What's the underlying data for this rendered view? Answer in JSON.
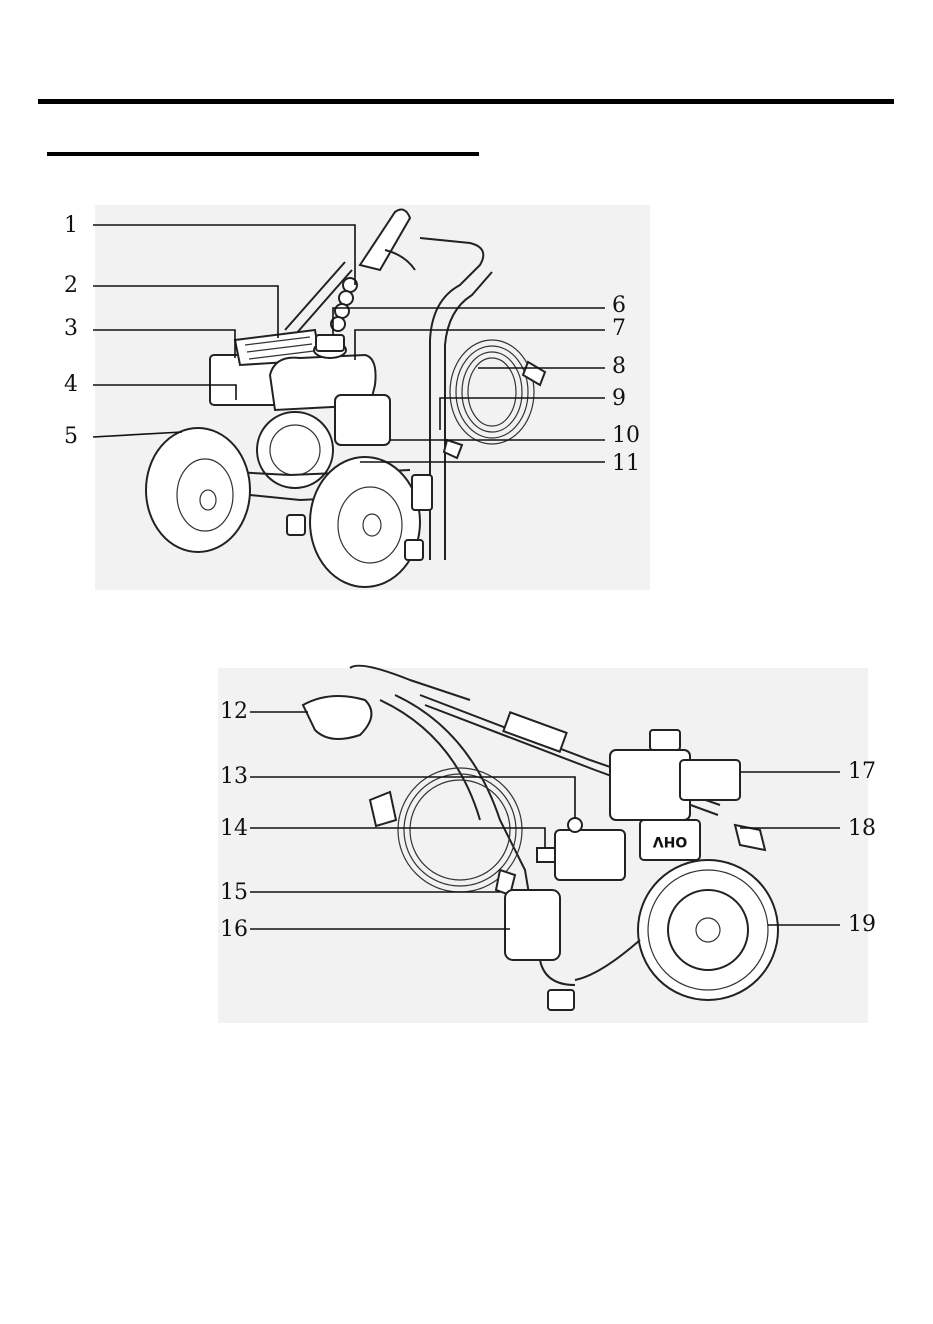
{
  "diagram": {
    "top_view": {
      "callouts": [
        {
          "id": "c1",
          "text": "1"
        },
        {
          "id": "c2",
          "text": "2"
        },
        {
          "id": "c3",
          "text": "3"
        },
        {
          "id": "c4",
          "text": "4"
        },
        {
          "id": "c5",
          "text": "5"
        },
        {
          "id": "c6",
          "text": "6"
        },
        {
          "id": "c7",
          "text": "7"
        },
        {
          "id": "c8",
          "text": "8"
        },
        {
          "id": "c9",
          "text": "9"
        },
        {
          "id": "c10",
          "text": "10"
        },
        {
          "id": "c11",
          "text": "11"
        }
      ]
    },
    "side_view": {
      "engine_mark": "OHV",
      "callouts": [
        {
          "id": "c12",
          "text": "12"
        },
        {
          "id": "c13",
          "text": "13"
        },
        {
          "id": "c14",
          "text": "14"
        },
        {
          "id": "c15",
          "text": "15"
        },
        {
          "id": "c16",
          "text": "16"
        },
        {
          "id": "c17",
          "text": "17"
        },
        {
          "id": "c18",
          "text": "18"
        },
        {
          "id": "c19",
          "text": "19"
        }
      ]
    }
  }
}
